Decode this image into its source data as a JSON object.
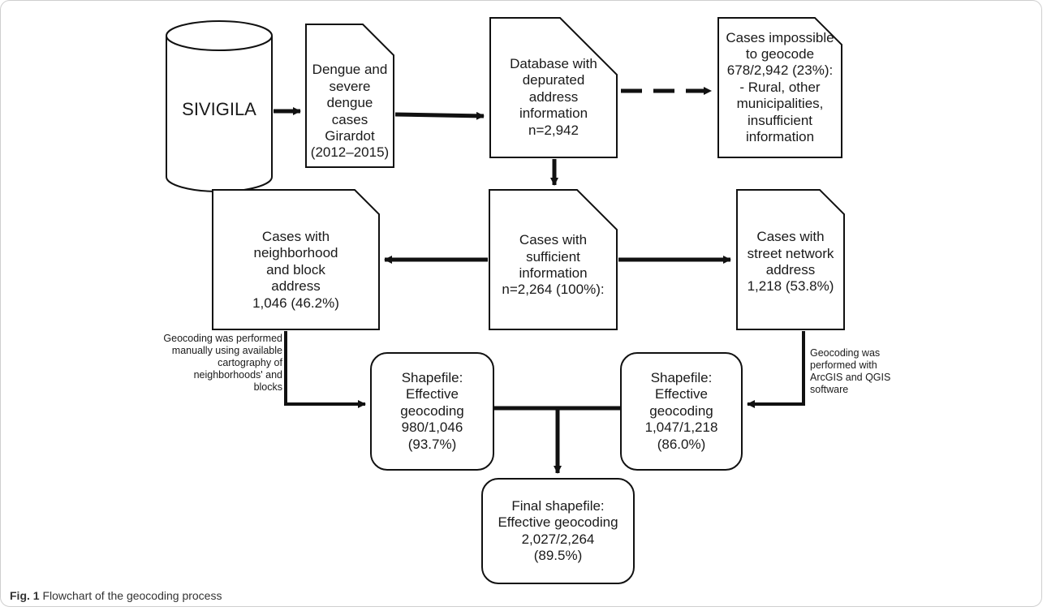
{
  "colors": {
    "stroke": "#111111",
    "text": "#1a1a1a",
    "frame": "#cfcfcf"
  },
  "source": {
    "label": "SIVIGILA"
  },
  "boxes": {
    "dengue_cases": "Dengue and\nsevere dengue\ncases Girardot\n(2012–2015)",
    "depurated_db": "Database with\ndepurated\naddress\ninformation\nn=2,942",
    "impossible": "Cases impossible\nto geocode\n678/2,942 (23%):\n- Rural, other\nmunicipalities,\ninsufficient\ninformation",
    "sufficient": "Cases with\nsufficient\ninformation\nn=2,264 (100%):",
    "neighborhood": "Cases with\nneighborhood\nand block\naddress\n1,046 (46.2%)",
    "street": "Cases with\nstreet network\naddress\n1,218 (53.8%)",
    "shape_left": "Shapefile:\nEffective\ngeocoding\n980/1,046\n(93.7%)",
    "shape_right": "Shapefile:\nEffective\ngeocoding\n1,047/1,218\n(86.0%)",
    "final": "Final shapefile:\nEffective geocoding\n2,027/2,264\n(89.5%)"
  },
  "notes": {
    "manual": "Geocoding was performed\nmanually using available\ncartography of\nneighborhoods' and\nblocks",
    "software": "Geocoding was\nperformed with\nArcGIS and QGIS\nsoftware"
  },
  "caption": {
    "label": "Fig. 1",
    "text": "Flowchart of the geocoding process"
  }
}
